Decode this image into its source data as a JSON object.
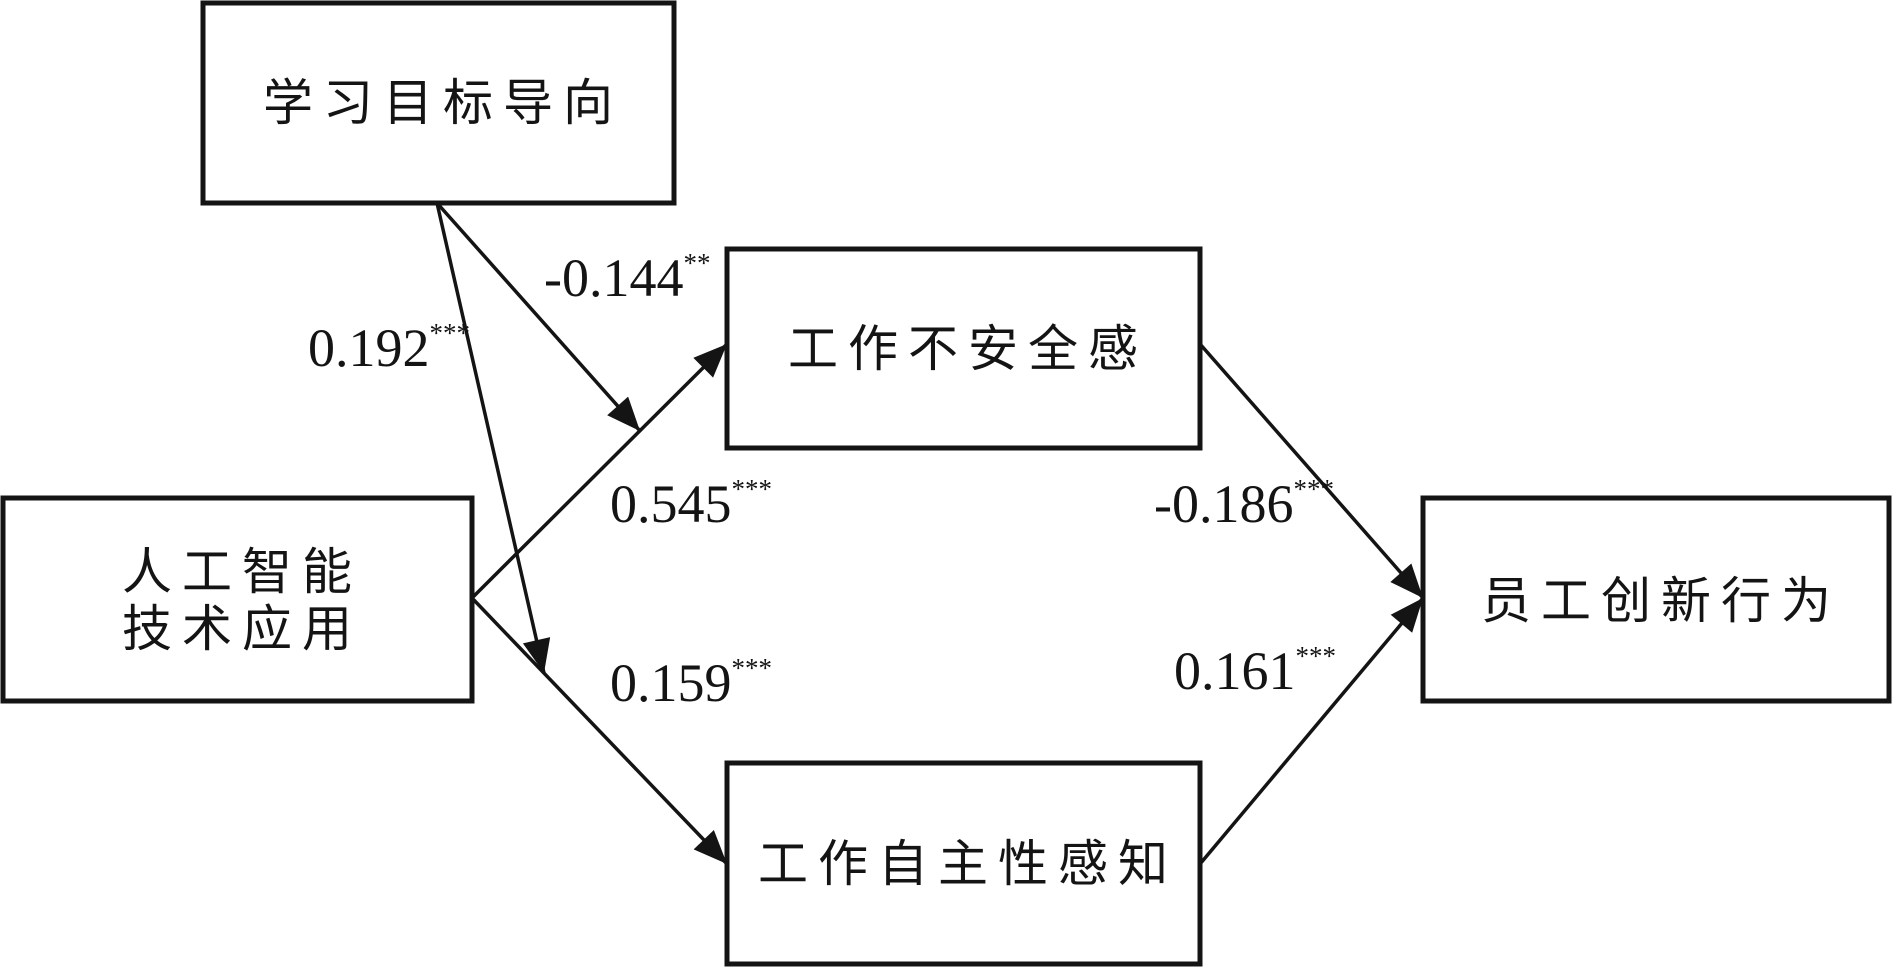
{
  "nodes": {
    "learning_goal_orientation": {
      "label": "学习目标导向"
    },
    "job_insecurity": {
      "label": "工作不安全感"
    },
    "ai_application": {
      "line1": "人工智能",
      "line2": "技术应用"
    },
    "innovative_behavior": {
      "label": "员工创新行为"
    },
    "job_autonomy": {
      "label": "工作自主性感知"
    }
  },
  "paths": {
    "moderation_on_insecurity": {
      "coef": "-0.144",
      "sig": "**"
    },
    "moderation_on_autonomy": {
      "coef": "0.192",
      "sig": "***"
    },
    "ai_to_insecurity": {
      "coef": "0.545",
      "sig": "***"
    },
    "ai_to_autonomy": {
      "coef": "0.159",
      "sig": "***"
    },
    "insecurity_to_innovation": {
      "coef": "-0.186",
      "sig": "***"
    },
    "autonomy_to_innovation": {
      "coef": "0.161",
      "sig": "***"
    }
  },
  "colors": {
    "stroke": "#141414",
    "background": "#ffffff"
  }
}
